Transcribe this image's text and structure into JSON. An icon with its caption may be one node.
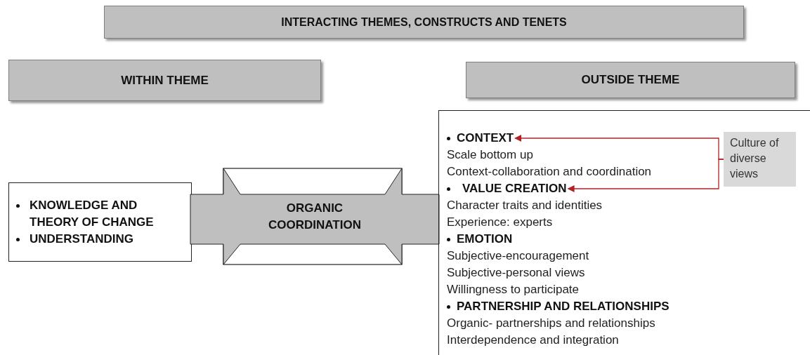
{
  "diagram": {
    "nodes": [
      {
        "text": [
          "INTERACTING THEMES, CONSTRUCTS AND TENETS"
        ]
      },
      {
        "text": [
          "WITHIN THEME"
        ]
      },
      {
        "text": [
          "OUTSIDE THEME"
        ]
      },
      {
        "text": [
          "KNOWLEDGE AND THEORY OF CHANGE",
          "UNDERSTANDING"
        ]
      },
      {
        "text": [
          "ORGANIC COORDINATION"
        ]
      },
      {
        "text": [
          "Scale bottom up",
          "Context-collaboration and coordination",
          "Character traits and identities",
          "Experience: experts",
          "Subjective-encouragement",
          "Subjective-personal views",
          "Willingness to participate",
          "Organic- partnerships and relationships",
          "Interdependence and integration"
        ]
      },
      {
        "text": [
          "CONTEXT"
        ],
        "in": 5
      },
      {
        "text": [
          "VALUE CREATION"
        ],
        "in": 5
      },
      {
        "text": [
          "EMOTION"
        ],
        "in": 5
      },
      {
        "text": [
          "PARTNERSHIP AND RELATIONSHIPS"
        ],
        "in": 5
      },
      {
        "text": [
          "Culture of diverse views"
        ],
        "in": 5
      }
    ],
    "edges": [
      {
        "from": 10,
        "to": 6,
        "arrow": "to"
      },
      {
        "from": 10,
        "to": 7,
        "arrow": "to"
      }
    ]
  }
}
